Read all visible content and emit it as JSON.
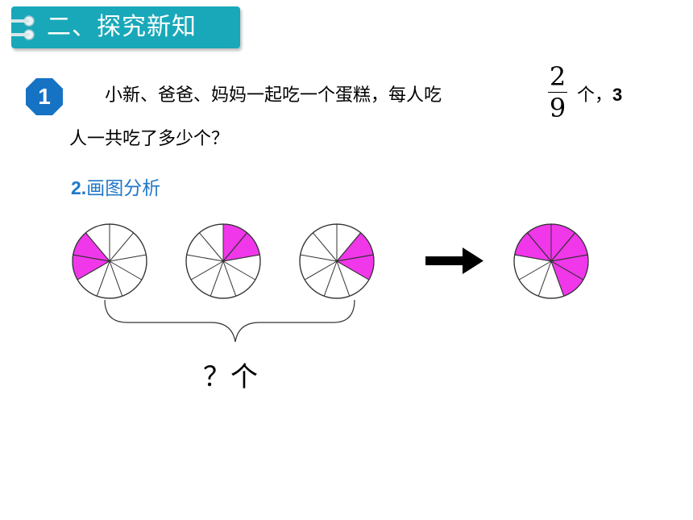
{
  "header": {
    "title": "二、探究新知"
  },
  "example": {
    "number": "1"
  },
  "problem": {
    "line1_text": "小新、爸爸、妈妈一起吃一个蛋糕，每人吃",
    "fraction_numerator": "2",
    "fraction_denominator": "9",
    "line1_tail": "个，",
    "line1_count": "3",
    "line2_text": "人一共吃了多少个？"
  },
  "section": {
    "number": "2.",
    "label": "画图分析"
  },
  "diagram": {
    "slices_per_cake": 9,
    "shaded_per_person": 2,
    "people": 3,
    "shaded_color": "#f037ea",
    "result_shaded": 6,
    "question_label": "？个"
  },
  "colors": {
    "header_bg": "#19a8b9",
    "badge_bg": "#1673c4",
    "section_label": "#1f77c8"
  }
}
